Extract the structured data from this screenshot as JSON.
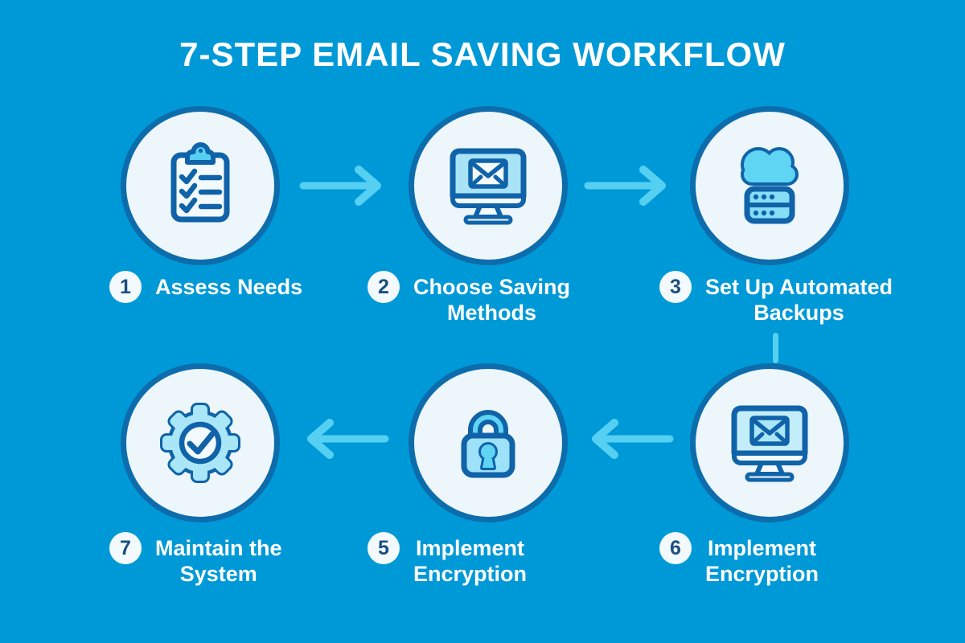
{
  "title": "7-STEP EMAIL SAVING WORKFLOW",
  "steps": [
    {
      "number": "1",
      "label": "Assess Needs",
      "icon": "clipboard-checklist"
    },
    {
      "number": "2",
      "label": "Choose Saving\nMethods",
      "icon": "monitor-email"
    },
    {
      "number": "3",
      "label": "Set Up Automated\nBackups",
      "icon": "cloud-server-backup"
    },
    {
      "number": "7",
      "label": "Maintain the\nSystem",
      "icon": "gear-checkmark"
    },
    {
      "number": "5",
      "label": "Implement\nEncryption",
      "icon": "padlock"
    },
    {
      "number": "6",
      "label": "Implement\nEncryption",
      "icon": "monitor-email"
    }
  ],
  "connectors": {
    "top_row_arrows_direction": "right",
    "bottom_row_arrows_direction": "left",
    "vertical_connector": "between step 3 label and step 6 circle"
  },
  "colors": {
    "background": "#0099d8",
    "circle_fill": "#ecf6fb",
    "circle_border": "#0d6cab",
    "arrow": "#56d0f2",
    "icon_outline": "#1063a8",
    "icon_cyan": "#5fd4f3",
    "icon_light_cyan": "#a9e3f7",
    "badge_fill": "#f3fafd",
    "badge_number": "#1c4f80",
    "text": "#ffffff"
  }
}
